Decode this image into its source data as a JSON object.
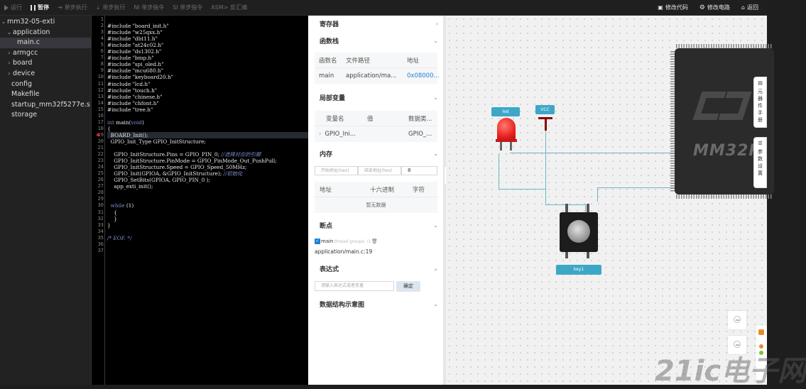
{
  "toolbar": {
    "run": "运行",
    "pause": "暂停",
    "step_over": "单步执行",
    "step_into": "单步执行",
    "ni": "NI 单步指令",
    "si": "SI 单步指令",
    "asm": "ASM> 反汇编",
    "edit_code": "修改代码",
    "edit_circuit": "修改电路",
    "back": "返回"
  },
  "filetree": {
    "project": "mm32-05-exti",
    "items": [
      {
        "label": "application",
        "caret": "⌄",
        "indent": 1
      },
      {
        "label": "main.c",
        "caret": "",
        "indent": 3,
        "selected": true
      },
      {
        "label": "armgcc",
        "caret": "›",
        "indent": 1
      },
      {
        "label": "board",
        "caret": "›",
        "indent": 1
      },
      {
        "label": "device",
        "caret": "›",
        "indent": 1
      },
      {
        "label": "config",
        "caret": "",
        "indent": 2
      },
      {
        "label": "Makefile",
        "caret": "",
        "indent": 2
      },
      {
        "label": "startup_mm32f5277e.s",
        "caret": "",
        "indent": 2
      },
      {
        "label": "storage",
        "caret": "",
        "indent": 2
      }
    ]
  },
  "editor": {
    "current_line": 19,
    "breakpoint_line": 19,
    "lines": [
      "",
      "#include \"board_init.h\"",
      "#include \"w25qxx.h\"",
      "#include \"dht11.h\"",
      "#include \"at24c02.h\"",
      "#include \"ds1302.h\"",
      "#include \"bmp.h\"",
      "#include \"spi_oled.h\"",
      "#include \"mcu680.h\"",
      "#include \"keyboard20.h\"",
      "#include \"lcd.h\"",
      "#include \"touch.h\"",
      "#include \"chinese.h\"",
      "#include \"chfont.h\"",
      "#include \"tree.h\"",
      "",
      "int main(void)",
      "{",
      "  BOARD_Init();",
      "  GPIO_Init_Type GPIO_InitStructure;",
      "",
      "    GPIO_InitStructure.Pins = GPIO_PIN_0; //选择对应的引脚",
      "    GPIO_InitStructure.PinMode = GPIO_PinMode_Out_PushPull;",
      "    GPIO_InitStructure.Speed = GPIO_Speed_50MHz;",
      "    GPIO_Init(GPIOA, &GPIO_InitStructure); //初始化",
      "    GPIO_SetBits(GPIOA, GPIO_PIN_0 );",
      "    app_exti_init();",
      "",
      "",
      "  while (1)",
      "    {",
      "    }",
      "}",
      "",
      "/* EOF. */",
      "",
      ""
    ]
  },
  "debug": {
    "registers": {
      "title": "寄存器"
    },
    "callstack": {
      "title": "函数栈",
      "headers": [
        "函数名",
        "文件路径",
        "地址"
      ],
      "rows": [
        [
          "main",
          "application/ma...",
          "0x08000..."
        ]
      ]
    },
    "locals": {
      "title": "局部变量",
      "headers": [
        "变量名",
        "值",
        "数据类..."
      ],
      "rows": [
        [
          "GPIO_Ini...",
          "",
          "GPIO_..."
        ]
      ]
    },
    "memory": {
      "title": "内存",
      "start_placeholder": "开始地址(hex)",
      "end_placeholder": "结束地址(hex)",
      "size_value": "8",
      "headers": [
        "地址",
        "十六进制",
        "字符"
      ],
      "empty": "暂无数据"
    },
    "breakpoints": {
      "title": "断点",
      "entry_name": "main",
      "entry_group": "thread groups: i1",
      "entry_location": "application/main.c:19"
    },
    "expressions": {
      "title": "表达式",
      "placeholder": "请输入表达式或者变量",
      "confirm": "确定"
    },
    "datastruct": {
      "title": "数据结构示意图"
    }
  },
  "canvas": {
    "led_label": "led",
    "vcc_label": "VCC",
    "key_label": "key1",
    "chip_text": "MM32F",
    "side_tabs": [
      "元器件手册",
      "参数设置"
    ],
    "watermark": "21ic电子网"
  },
  "colors": {
    "accent": "#3da7c8",
    "link": "#1f7fd3",
    "led": "#e8201f",
    "breakpoint": "#e0201f"
  }
}
